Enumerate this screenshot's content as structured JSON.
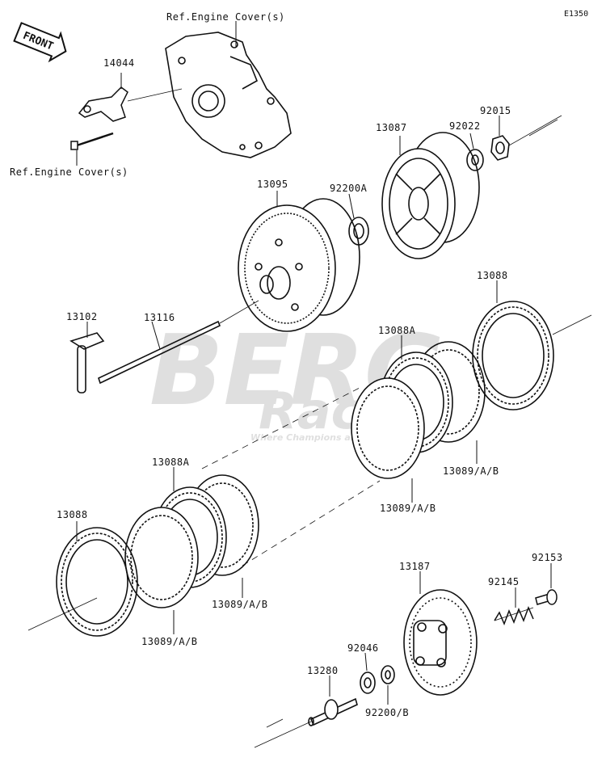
{
  "diagram_code": "E1350",
  "front_label": "FRONT",
  "watermark": {
    "brand": "BERG",
    "sub": "Racing",
    "tagline": "Where Champions are made"
  },
  "refs": {
    "cover_top": "Ref.Engine Cover(s)",
    "cover_bottom": "Ref.Engine Cover(s)"
  },
  "labels": {
    "p14044": "14044",
    "p13087": "13087",
    "p92022": "92022",
    "p92015": "92015",
    "p13095": "13095",
    "p92200A": "92200A",
    "p13088_top": "13088",
    "p13102": "13102",
    "p13116": "13116",
    "p13088A_top": "13088A",
    "p13089_r1": "13089/A/B",
    "p13089_r2": "13089/A/B",
    "p13088A_mid": "13088A",
    "p13088_left": "13088",
    "p13089_m": "13089/A/B",
    "p13089_l": "13089/A/B",
    "p13187": "13187",
    "p92153": "92153",
    "p92145": "92145",
    "p92046": "92046",
    "p13280": "13280",
    "p92200B": "92200/B"
  }
}
